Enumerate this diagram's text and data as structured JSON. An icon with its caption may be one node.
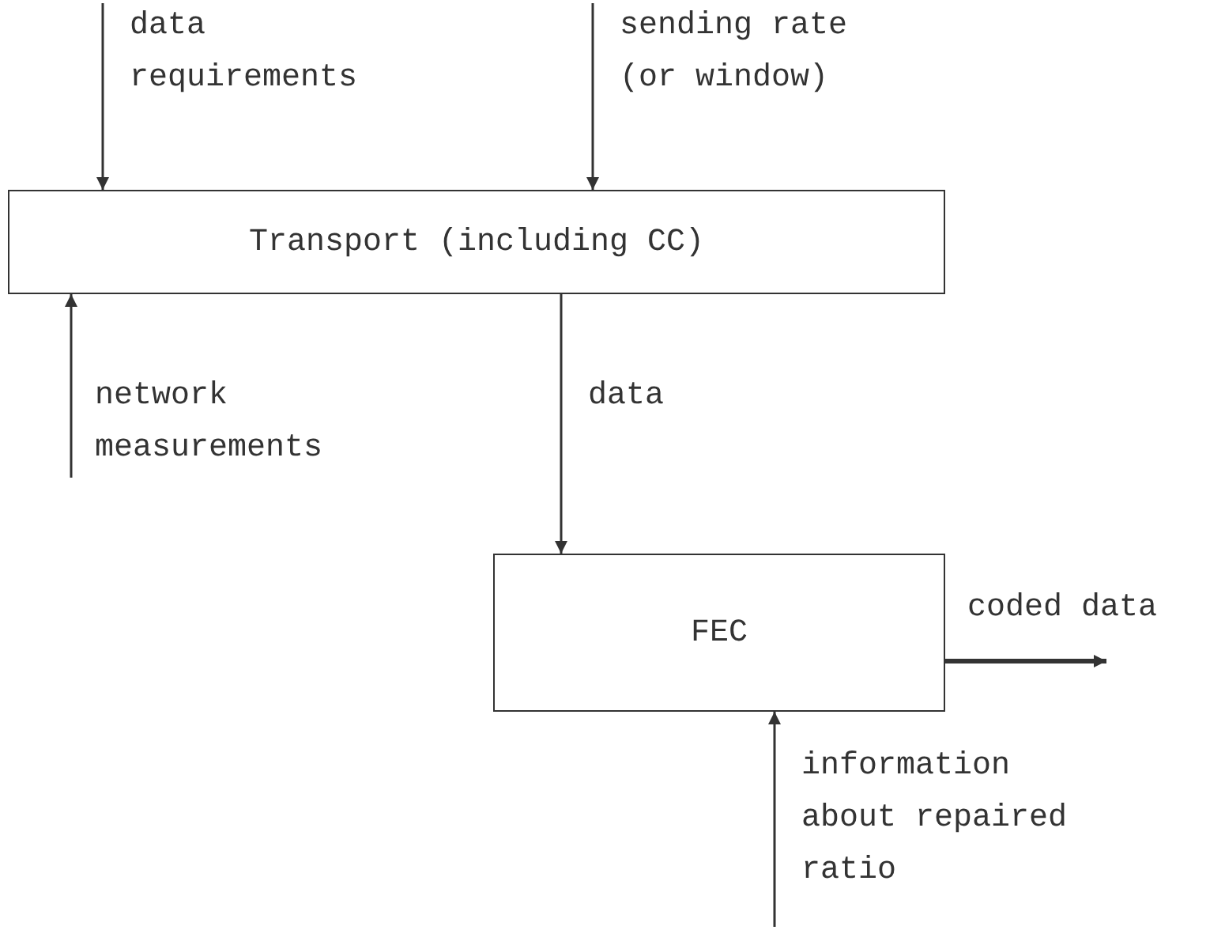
{
  "diagram": {
    "nodes": [
      {
        "text": [
          "Transport (including CC)"
        ]
      },
      {
        "text": [
          "FEC"
        ]
      }
    ],
    "edges": [
      {
        "from": null,
        "to": 0,
        "arrow": "to",
        "label": "data requirements"
      },
      {
        "from": null,
        "to": 0,
        "arrow": "to",
        "label": "sending rate (or window)"
      },
      {
        "from": null,
        "to": 0,
        "arrow": "to",
        "label": "network measurements"
      },
      {
        "from": 0,
        "to": 1,
        "arrow": "to",
        "label": "data"
      },
      {
        "from": 1,
        "to": null,
        "arrow": "to",
        "label": "coded data",
        "style": "thick"
      },
      {
        "from": null,
        "to": 1,
        "arrow": "to",
        "label": "information about repaired ratio"
      }
    ]
  }
}
